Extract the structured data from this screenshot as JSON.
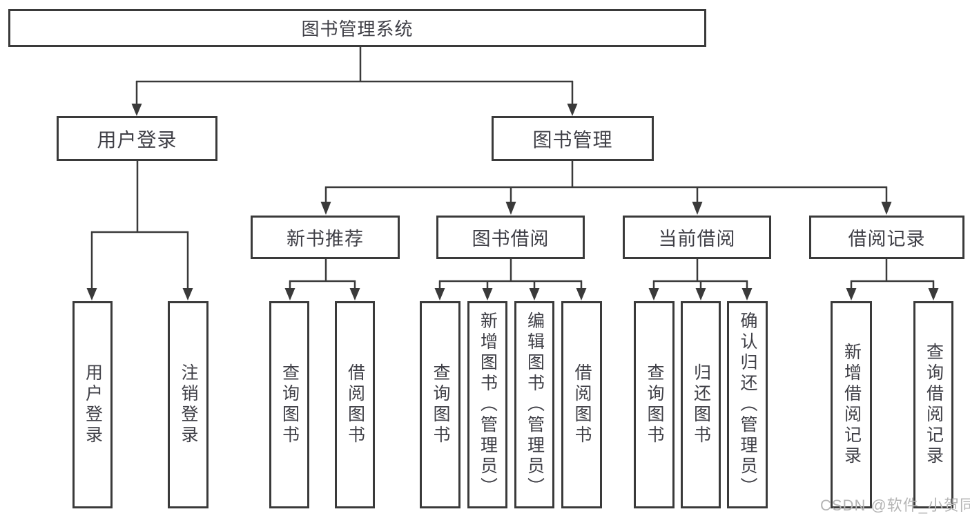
{
  "diagram": {
    "title": "图书管理系统",
    "level2": {
      "user_login": "用户登录",
      "book_management": "图书管理"
    },
    "level3": {
      "new_book_recommend": "新书推荐",
      "book_borrowing": "图书借阅",
      "current_borrowing": "当前借阅",
      "borrowing_records": "借阅记录"
    },
    "leaves": {
      "user_login": [
        "用户登录",
        "注销登录"
      ],
      "new_book_recommend": [
        "查询图书",
        "借阅图书"
      ],
      "book_borrowing": [
        "查询图书",
        "新增图书（管理员）",
        "编辑图书（管理员）",
        "借阅图书"
      ],
      "current_borrowing": [
        "查询图书",
        "归还图书",
        "确认归还（管理员）"
      ],
      "borrowing_records": [
        "新增借阅记录",
        "查询借阅记录"
      ]
    }
  },
  "watermark": {
    "text": "CSDN @软件_小贺同学"
  },
  "colors": {
    "line": "#3a3a3a",
    "box_border": "#3a3a3a",
    "text": "#3f3f46",
    "watermark": "#b5b5b5",
    "background": "#ffffff"
  }
}
